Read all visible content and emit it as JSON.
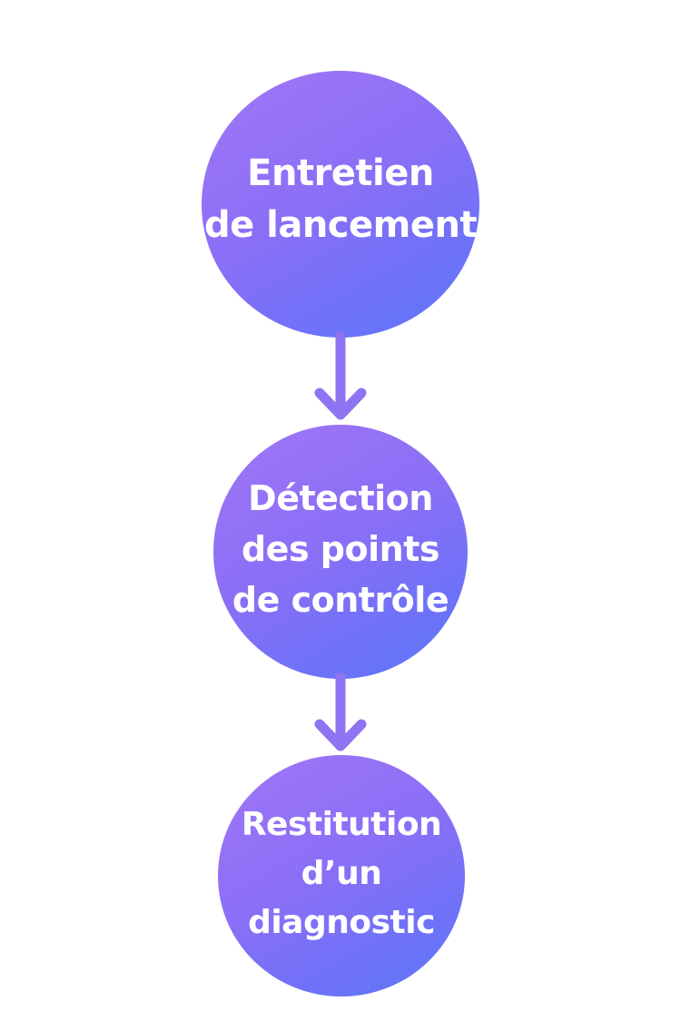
{
  "diagram": {
    "steps": [
      {
        "label": "Entretien\nde lancement"
      },
      {
        "label": "Détection\ndes points\nde contrôle"
      },
      {
        "label": "Restitution\nd’un diagnostic"
      }
    ],
    "colors": {
      "gradient_start": "#a176f6",
      "gradient_end": "#5b78f8",
      "arrow": "#8e73f2",
      "text": "#ffffff"
    }
  }
}
